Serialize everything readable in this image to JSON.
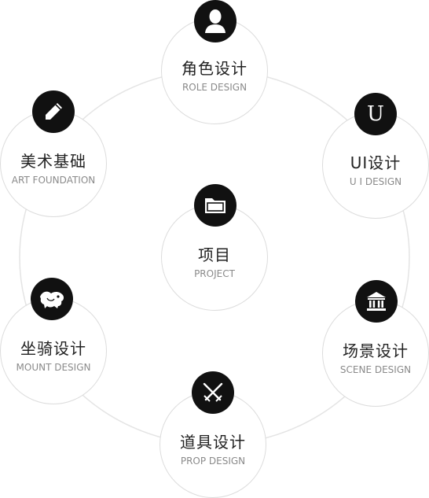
{
  "nodes": {
    "role": {
      "title": "角色设计",
      "subtitle": "ROLE DESIGN",
      "icon": "user-icon"
    },
    "ui": {
      "title": "UI设计",
      "subtitle": "U I DESIGN",
      "icon": "letter-u-icon",
      "icon_text": "U"
    },
    "scene": {
      "title": "场景设计",
      "subtitle": "SCENE DESIGN",
      "icon": "temple-icon"
    },
    "prop": {
      "title": "道具设计",
      "subtitle": "PROP DESIGN",
      "icon": "crossed-swords-icon"
    },
    "mount": {
      "title": "坐骑设计",
      "subtitle": "MOUNT DESIGN",
      "icon": "creature-icon"
    },
    "art": {
      "title": "美术基础",
      "subtitle": "ART FOUNDATION",
      "icon": "pencil-icon"
    },
    "project": {
      "title": "项目",
      "subtitle": "PROJECT",
      "icon": "folder-icon"
    }
  },
  "colors": {
    "icon_bg": "#111111",
    "circle_border": "#dcdcdc",
    "ring": "#e4e4e4",
    "title_text": "#222222",
    "subtitle_text": "#8a8a8a"
  }
}
